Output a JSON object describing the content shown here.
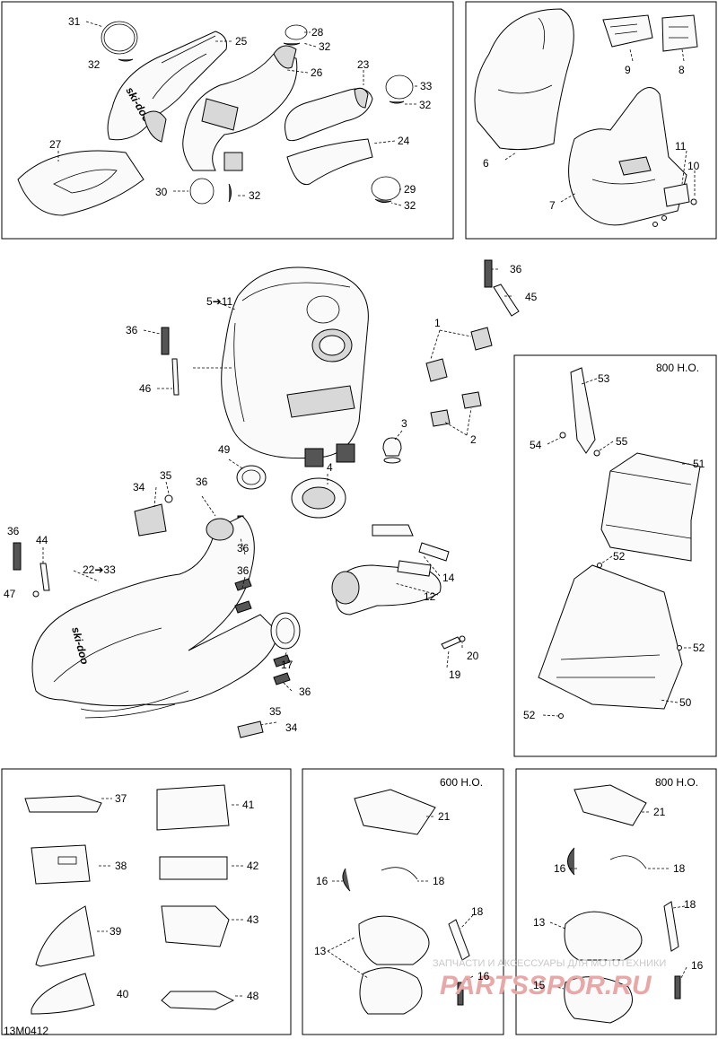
{
  "diagram_code": "13M0412",
  "variant_labels": {
    "top_right_ho": "800 H.O.",
    "bottom_mid": "600 H.O.",
    "bottom_right": "800 H.O."
  },
  "brand_logo_text": "ski-doo",
  "watermark": {
    "site": "PARTSSPOR.RU",
    "tagline": "ЗАПЧАСТИ И АКСЕССУАРЫ ДЛЯ МОТОТЕХНИКИ"
  },
  "callouts": {
    "n1": "1",
    "n2": "2",
    "n3": "3",
    "n4": "4",
    "n5_11": "5➔11",
    "n6": "6",
    "n7": "7",
    "n8": "8",
    "n9": "9",
    "n10": "10",
    "n11": "11",
    "n12": "12",
    "n13": "13",
    "n14": "14",
    "n15": "15",
    "n16": "16",
    "n17": "17",
    "n18": "18",
    "n19": "19",
    "n20": "20",
    "n21": "21",
    "n22_33": "22➔33",
    "n23": "23",
    "n24": "24",
    "n25": "25",
    "n26": "26",
    "n27": "27",
    "n28": "28",
    "n29": "29",
    "n30": "30",
    "n31": "31",
    "n32": "32",
    "n33": "33",
    "n34": "34",
    "n35": "35",
    "n36": "36",
    "n37": "37",
    "n38": "38",
    "n39": "39",
    "n40": "40",
    "n41": "41",
    "n42": "42",
    "n43": "43",
    "n44": "44",
    "n45": "45",
    "n46": "46",
    "n47": "47",
    "n48": "48",
    "n49": "49",
    "n50": "50",
    "n51": "51",
    "n52": "52",
    "n53": "53",
    "n54": "54",
    "n55": "55"
  }
}
